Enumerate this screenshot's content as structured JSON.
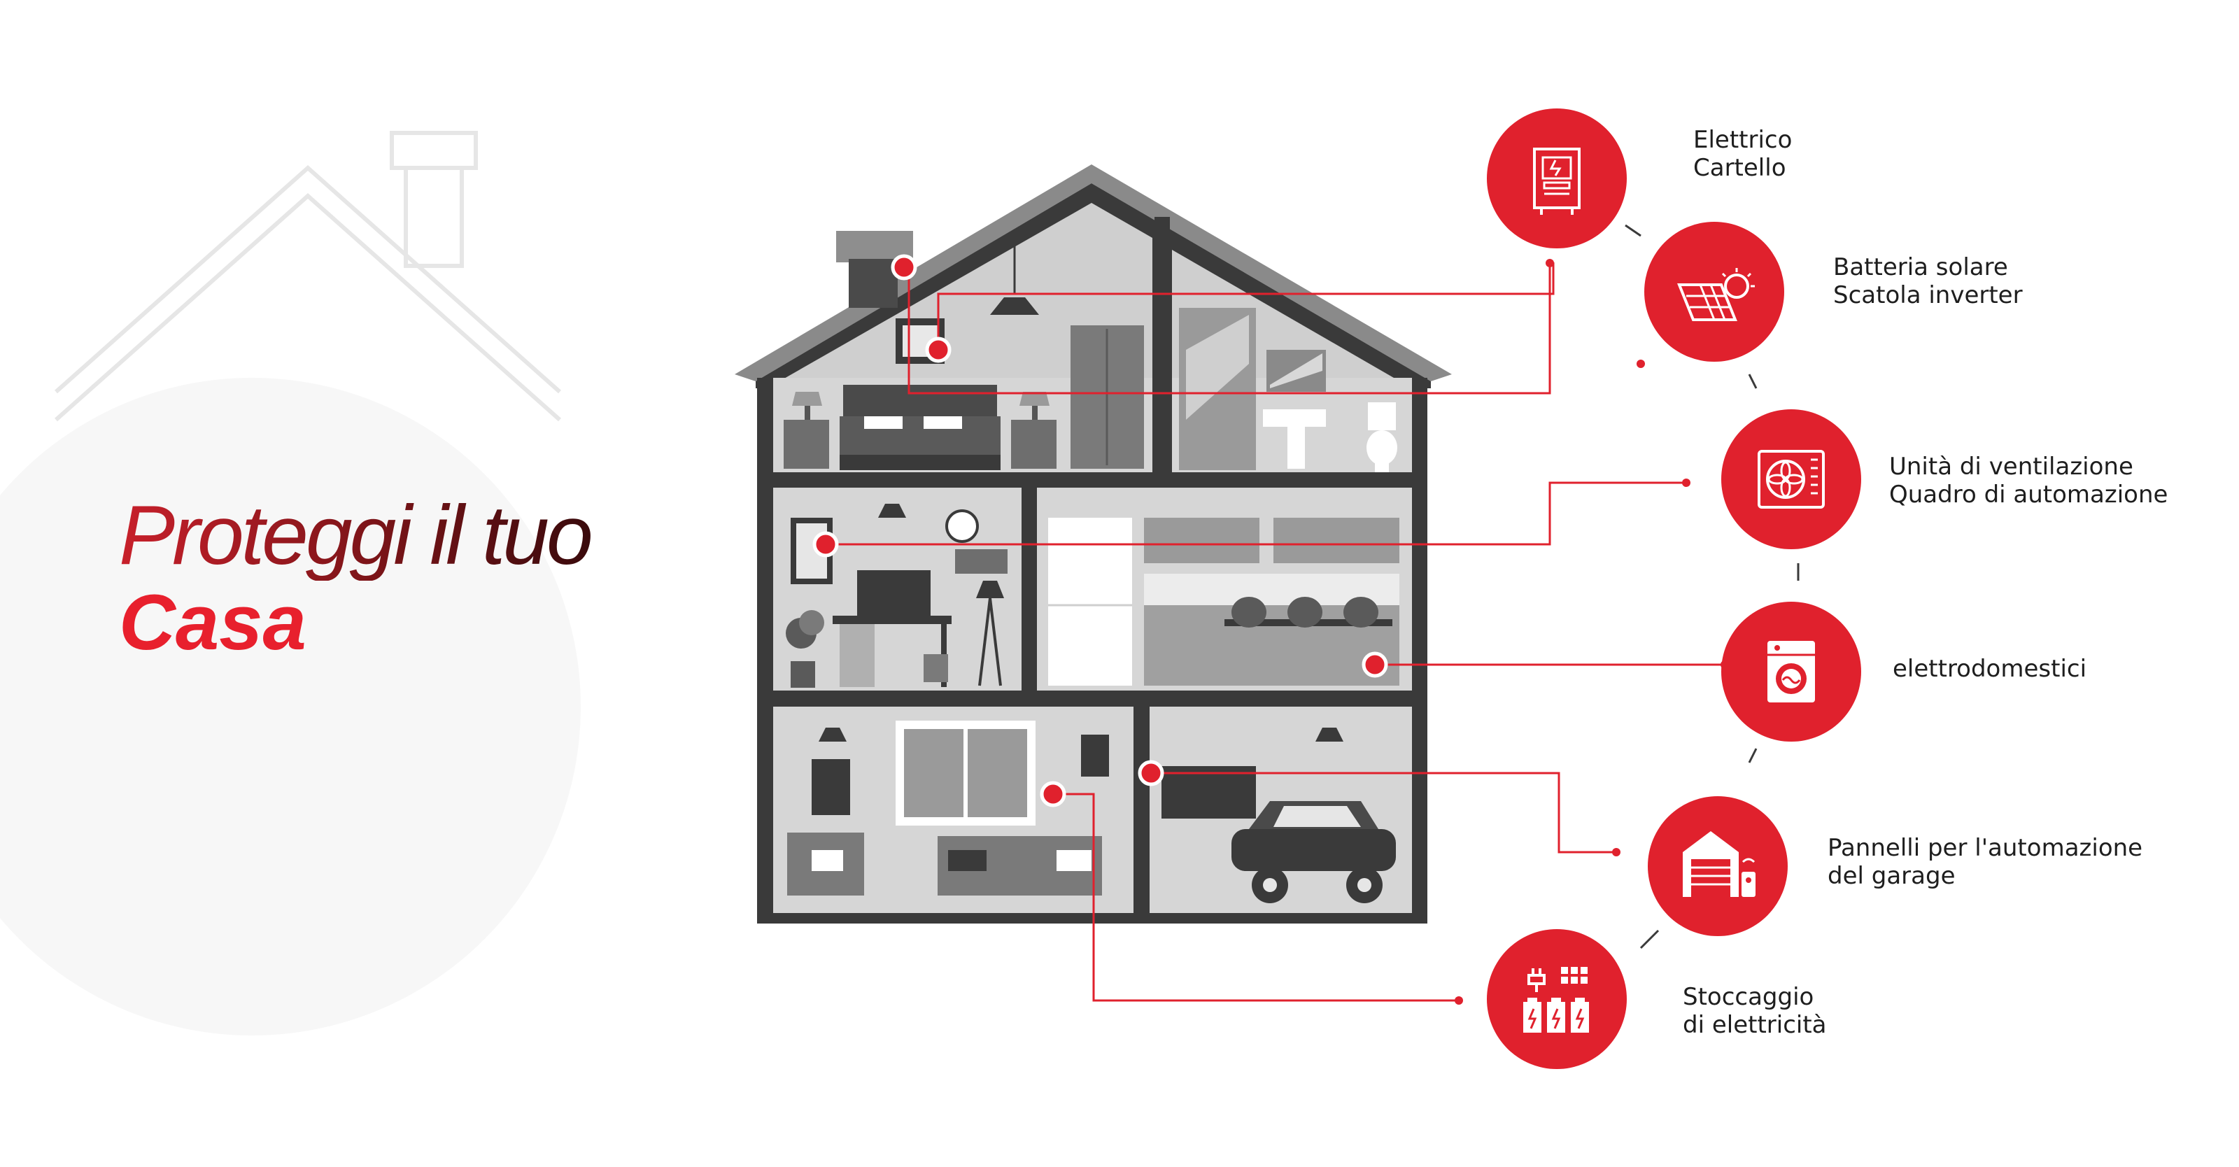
{
  "heading": {
    "line1": "Proteggi il tuo",
    "line2": "Casa"
  },
  "colors": {
    "accent": "#e0212d",
    "house": "#3a3a3a",
    "room": "#d4d4d4",
    "furniture": "#6e6e6e"
  },
  "features": [
    {
      "icon": "electrical-panel-icon",
      "line1": "Elettrico",
      "line2": "Cartello"
    },
    {
      "icon": "solar-battery-icon",
      "line1": "Batteria solare",
      "line2": "Scatola inverter"
    },
    {
      "icon": "ventilation-fan-icon",
      "line1": "Unità di ventilazione",
      "line2": "Quadro di automazione"
    },
    {
      "icon": "washing-machine-icon",
      "line1": "elettrodomestici",
      "line2": ""
    },
    {
      "icon": "garage-door-icon",
      "line1": "Pannelli per l'automazione",
      "line2": "del garage"
    },
    {
      "icon": "energy-storage-icon",
      "line1": "Stoccaggio",
      "line2": "di elettricità"
    }
  ]
}
